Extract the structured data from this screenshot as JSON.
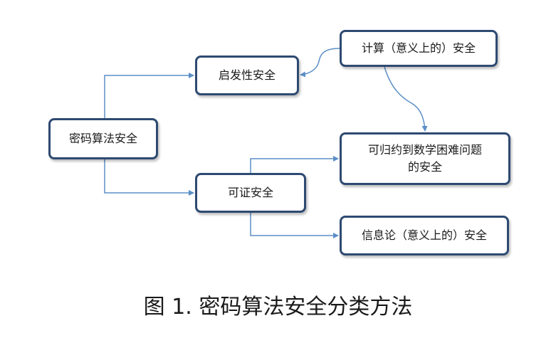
{
  "nodes": {
    "crypto": "密码算法安全",
    "heuristic": "启发性安全",
    "computational": "计算（意义上的）安全",
    "provable": "可证安全",
    "reducible_line1": "可归约到数学困难问题",
    "reducible_line2": "的安全",
    "information": "信息论（意义上的）安全"
  },
  "caption": "图 1. 密码算法安全分类方法",
  "colors": {
    "box_border": "#2e4a72",
    "arrow": "#5b8fc7",
    "text": "#1a1a1a"
  }
}
